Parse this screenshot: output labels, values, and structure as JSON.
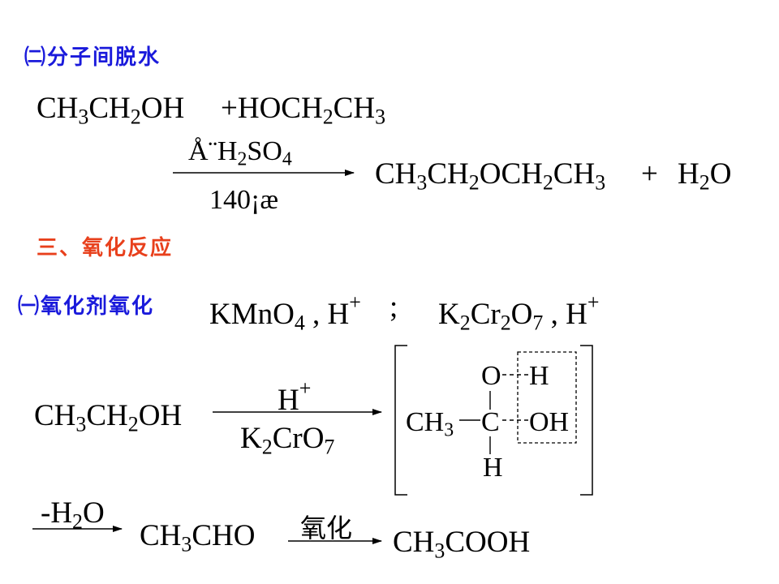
{
  "section2": {
    "heading": "㈡分子间脱水",
    "reactant1": [
      "CH",
      "3",
      "CH",
      "2",
      "OH"
    ],
    "reactant2": [
      "+HOCH",
      "2",
      "CH",
      "3"
    ],
    "condition_top": [
      "Å¨H",
      "2",
      "SO",
      "4"
    ],
    "condition_bottom": "140¡æ",
    "product1": [
      "CH",
      "3",
      "CH",
      "2",
      "OCH",
      "2",
      "CH",
      "3"
    ],
    "plus": "+",
    "product2": [
      "H",
      "2",
      "O"
    ]
  },
  "section3": {
    "heading": "三、氧化反应",
    "sub_heading": "㈠氧化剂氧化",
    "oxidant1": [
      "KMnO",
      "4",
      " , H",
      "+"
    ],
    "separator": ";",
    "oxidant2": [
      "K",
      "2",
      "Cr",
      "2",
      "O",
      "7",
      " , H",
      "+"
    ]
  },
  "reaction": {
    "reactant": [
      "CH",
      "3",
      "CH",
      "2",
      "OH"
    ],
    "arrow_top": [
      "H",
      "+"
    ],
    "arrow_bottom": [
      "K",
      "2",
      "CrO",
      "7"
    ],
    "intermediate": {
      "top_o": "O",
      "top_h": "H",
      "left": [
        "CH",
        "3"
      ],
      "center": "C",
      "right": "OH",
      "bottom_h": "H"
    },
    "step2_arrow": [
      "-H",
      "2",
      "O"
    ],
    "aldehyde": [
      "CH",
      "3",
      "CHO"
    ],
    "step3_arrow": "氧化",
    "acid": [
      "CH",
      "3",
      "COOH"
    ]
  },
  "colors": {
    "heading_blue": "#1a1adb",
    "heading_red": "#e8401c",
    "dashed_box": "#000000"
  }
}
